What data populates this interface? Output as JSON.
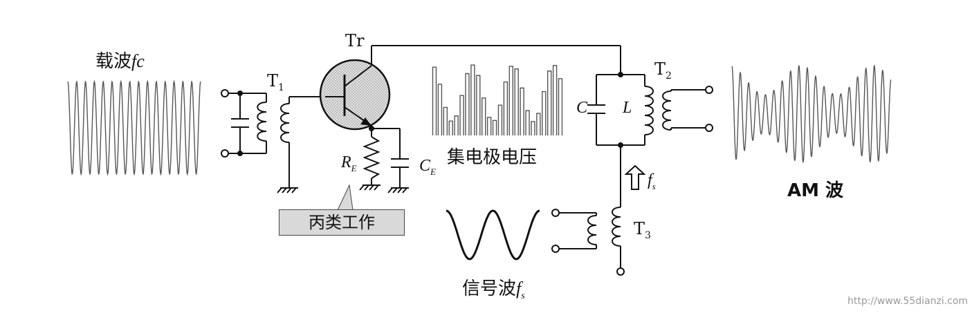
{
  "labels": {
    "carrier_text": "载波",
    "carrier_sym": "fc",
    "t1_main": "T",
    "t1_sub": "1",
    "tr": "Tr",
    "re_main": "R",
    "re_sub": "E",
    "ce_main": "C",
    "ce_sub": "E",
    "collector_voltage": "集电极电压",
    "class_c": "丙类工作",
    "tank_c": "C",
    "tank_l": "L",
    "t2_main": "T",
    "t2_sub": "2",
    "fs_arrow_main": "f",
    "fs_arrow_sub": "s",
    "t3_main": "T",
    "t3_sub": "3",
    "signal_text": "信号波",
    "signal_sym_main": "f",
    "signal_sym_sub": "s",
    "am_wave": "AM 波",
    "url": "http://www.55dianzi.com"
  }
}
